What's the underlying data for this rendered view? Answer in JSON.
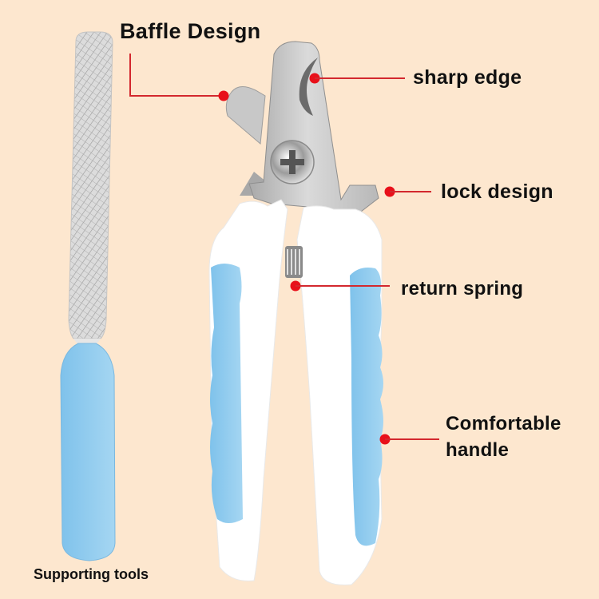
{
  "product": {
    "name": "Pet nail clipper with nail file",
    "colors": {
      "background": "#fde7cf",
      "handle_white": "#ffffff",
      "handle_blue": "#8ecbed",
      "steel": "#c9c9c9",
      "callout": "#e8101a"
    }
  },
  "callouts": {
    "baffle": {
      "label": "Baffle Design"
    },
    "sharp_edge": {
      "label": "sharp edge"
    },
    "lock": {
      "label": "lock design"
    },
    "spring": {
      "label": "return spring"
    },
    "handle": {
      "label_line1": "Comfortable",
      "label_line2": "handle"
    }
  },
  "caption": {
    "label": "Supporting tools"
  }
}
